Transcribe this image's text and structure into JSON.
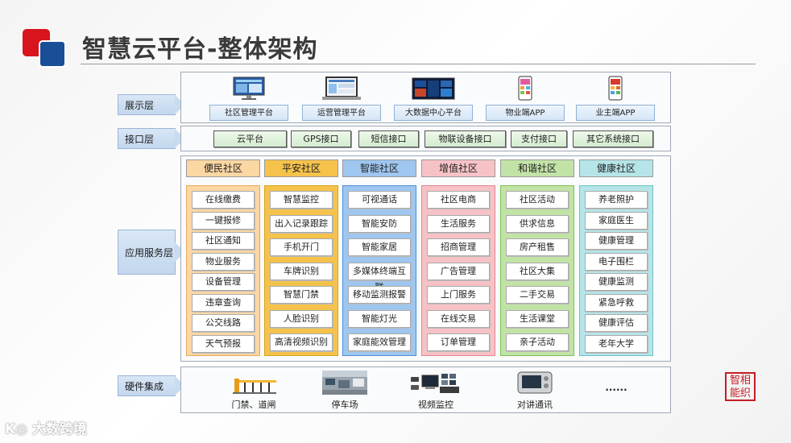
{
  "title": "智慧云平台-整体架构",
  "layers": {
    "display": "展示层",
    "interface": "接口层",
    "application": "应用服务层",
    "hardware": "硬件集成"
  },
  "display_items": [
    "社区管理平台",
    "运营管理平台",
    "大数据中心平台",
    "物业端APP",
    "业主端APP"
  ],
  "interface_items": [
    "云平台",
    "GPS接口",
    "短信接口",
    "物联设备接口",
    "支付接口",
    "其它系统接口"
  ],
  "columns": [
    {
      "title": "便民社区",
      "items": [
        "在线缴费",
        "一键报修",
        "社区通知",
        "物业服务",
        "设备管理",
        "违章查询",
        "公交线路",
        "天气预报"
      ]
    },
    {
      "title": "平安社区",
      "items": [
        "智慧监控",
        "出入记录跟踪",
        "手机开门",
        "车牌识别",
        "智慧门禁",
        "人脸识别",
        "高清视频识别"
      ]
    },
    {
      "title": "智能社区",
      "items": [
        "可视通话",
        "智能安防",
        "智能家居",
        "多媒体终端互联",
        "移动监测报警",
        "智能灯光",
        "家庭能效管理"
      ]
    },
    {
      "title": "增值社区",
      "items": [
        "社区电商",
        "生活服务",
        "招商管理",
        "广告管理",
        "上门服务",
        "在线交易",
        "订单管理"
      ]
    },
    {
      "title": "和谐社区",
      "items": [
        "社区活动",
        "供求信息",
        "房产租售",
        "社区大集",
        "二手交易",
        "生活课堂",
        "亲子活动"
      ]
    },
    {
      "title": "健康社区",
      "items": [
        "养老照护",
        "家庭医生",
        "健康管理",
        "电子围栏",
        "健康监测",
        "紧急呼救",
        "健康评估",
        "老年大学"
      ]
    }
  ],
  "hardware_items": [
    "门禁、道闸",
    "停车场",
    "视频监控",
    "对讲通讯",
    "......"
  ],
  "seal_text": "智相能织",
  "watermark": "大数跨境",
  "colors": {
    "col1": "#fbd7a3",
    "col2": "#f5c34b",
    "col3": "#9ec6ef",
    "col4": "#f7c2c6",
    "col5": "#c2e3a6",
    "col6": "#b5e5e8"
  }
}
